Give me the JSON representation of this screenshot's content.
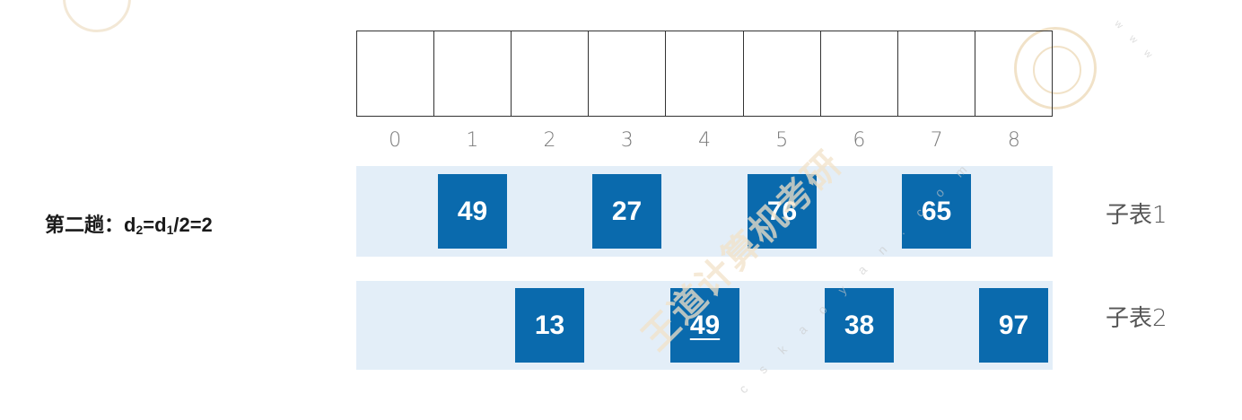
{
  "step_label": {
    "prefix": "第二趟：",
    "d": "d",
    "sub2": "2",
    "eq1": "=d",
    "sub1": "1",
    "rest": "/2=2"
  },
  "array": {
    "cells": [
      "",
      "",
      "",
      "",
      "",
      "",
      "",
      "",
      ""
    ],
    "indices": [
      "0",
      "1",
      "2",
      "3",
      "4",
      "5",
      "6",
      "7",
      "8"
    ]
  },
  "sublists": [
    {
      "label": "子表1",
      "items": [
        {
          "index": 1,
          "value": "49",
          "underline": false
        },
        {
          "index": 3,
          "value": "27",
          "underline": false
        },
        {
          "index": 5,
          "value": "76",
          "underline": false
        },
        {
          "index": 7,
          "value": "65",
          "underline": false
        }
      ]
    },
    {
      "label": "子表2",
      "items": [
        {
          "index": 2,
          "value": "13",
          "underline": false
        },
        {
          "index": 4,
          "value": "49",
          "underline": true
        },
        {
          "index": 6,
          "value": "38",
          "underline": false
        },
        {
          "index": 8,
          "value": "97",
          "underline": false
        }
      ]
    }
  ],
  "colors": {
    "box": "#0a6aad",
    "band": "#e3eef8",
    "index_text": "#7a7a7a"
  },
  "watermark": {
    "text": "王道计算机考研",
    "url": "c s k a o y a n . c o m",
    "dots": "w w w"
  }
}
